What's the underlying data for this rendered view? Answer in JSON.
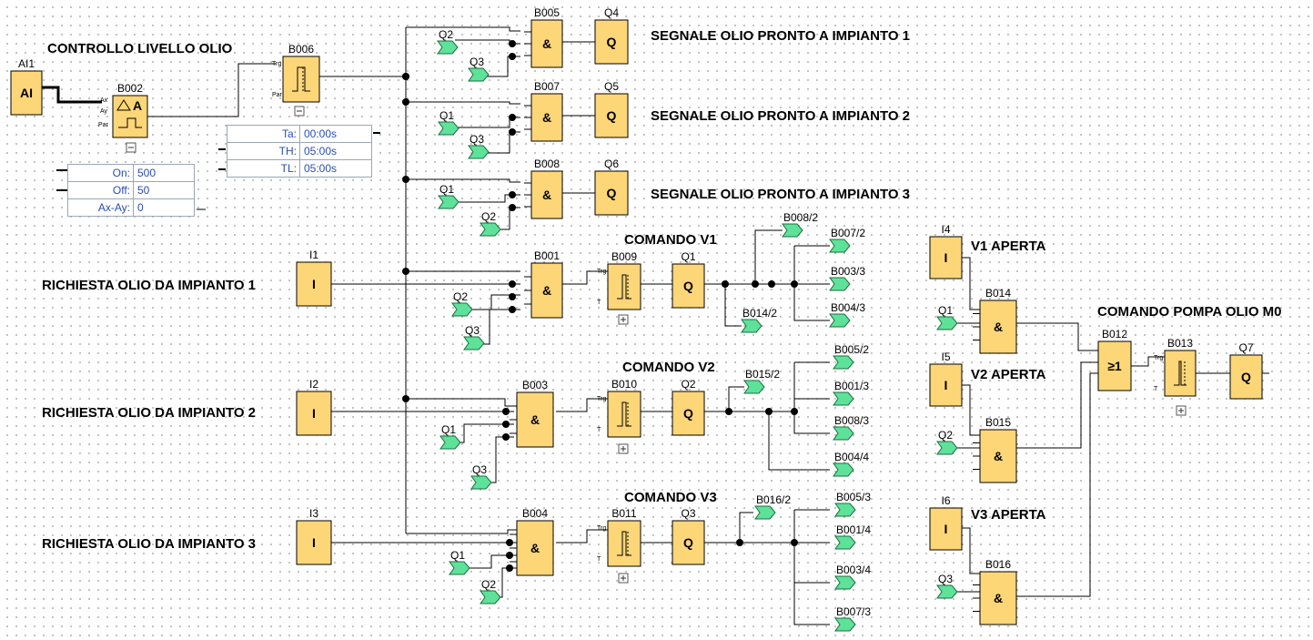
{
  "titles": {
    "oil_level": "CONTROLLO LIVELLO OLIO",
    "cmd_v1": "COMANDO V1",
    "cmd_v2": "COMANDO V2",
    "cmd_v3": "COMANDO V3",
    "pump": "COMANDO POMPA OLIO M0",
    "sig1": "SEGNALE OLIO PRONTO A IMPIANTO 1",
    "sig2": "SEGNALE OLIO PRONTO A IMPIANTO 2",
    "sig3": "SEGNALE OLIO PRONTO A IMPIANTO 3",
    "req1": "RICHIESTA OLIO DA IMPIANTO 1",
    "req2": "RICHIESTA OLIO DA IMPIANTO 2",
    "req3": "RICHIESTA OLIO DA IMPIANTO 3",
    "v1_open": "V1 APERTA",
    "v2_open": "V2 APERTA",
    "v3_open": "V3 APERTA"
  },
  "blocks": {
    "ai1": {
      "name": "AI1",
      "symbol": "AI"
    },
    "b002": {
      "name": "B002",
      "symbol": "A",
      "pins": [
        "Ax",
        "Ay",
        "Par"
      ]
    },
    "b006": {
      "name": "B006",
      "pins": [
        "Trg",
        "Par"
      ]
    },
    "b005": {
      "name": "B005",
      "symbol": "&"
    },
    "b007": {
      "name": "B007",
      "symbol": "&"
    },
    "b008": {
      "name": "B008",
      "symbol": "&"
    },
    "b001": {
      "name": "B001",
      "symbol": "&"
    },
    "b003": {
      "name": "B003",
      "symbol": "&"
    },
    "b004": {
      "name": "B004",
      "symbol": "&"
    },
    "b009": {
      "name": "B009",
      "pins": [
        "Trg",
        "T"
      ]
    },
    "b010": {
      "name": "B010",
      "pins": [
        "Trg",
        "T"
      ]
    },
    "b011": {
      "name": "B011",
      "pins": [
        "Trg",
        "T"
      ]
    },
    "b012": {
      "name": "B012",
      "symbol": "≥1"
    },
    "b013": {
      "name": "B013",
      "pins": [
        "Trg",
        "T"
      ]
    },
    "b014": {
      "name": "B014",
      "symbol": "&"
    },
    "b015": {
      "name": "B015",
      "symbol": "&"
    },
    "b016": {
      "name": "B016",
      "symbol": "&"
    },
    "q4": {
      "name": "Q4",
      "symbol": "Q"
    },
    "q5": {
      "name": "Q5",
      "symbol": "Q"
    },
    "q6": {
      "name": "Q6",
      "symbol": "Q"
    },
    "q1": {
      "name": "Q1",
      "symbol": "Q"
    },
    "q2": {
      "name": "Q2",
      "symbol": "Q"
    },
    "q3": {
      "name": "Q3",
      "symbol": "Q"
    },
    "q7": {
      "name": "Q7",
      "symbol": "Q"
    },
    "i1": {
      "name": "I1",
      "symbol": "I"
    },
    "i2": {
      "name": "I2",
      "symbol": "I"
    },
    "i3": {
      "name": "I3",
      "symbol": "I"
    },
    "i4": {
      "name": "I4",
      "symbol": "I"
    },
    "i5": {
      "name": "I5",
      "symbol": "I"
    },
    "i6": {
      "name": "I6",
      "symbol": "I"
    }
  },
  "flags": {
    "in_q1": "Q1",
    "in_q2": "Q2",
    "in_q3": "Q3",
    "b008_2": "B008/2",
    "b007_2": "B007/2",
    "b003_3": "B003/3",
    "b004_3": "B004/3",
    "b014_2": "B014/2",
    "b015_2": "B015/2",
    "b005_2": "B005/2",
    "b001_3": "B001/3",
    "b008_3": "B008/3",
    "b004_4": "B004/4",
    "b016_2": "B016/2",
    "b005_3": "B005/3",
    "b001_4": "B001/4",
    "b003_4": "B003/4",
    "b007_3": "B007/3"
  },
  "param_b006": [
    {
      "key": "Ta:",
      "value": "00:00s"
    },
    {
      "key": "TH:",
      "value": "05:00s"
    },
    {
      "key": "TL:",
      "value": "05:00s"
    }
  ],
  "param_b002": [
    {
      "key": "On:",
      "value": "500"
    },
    {
      "key": "Off:",
      "value": "50"
    },
    {
      "key": "Ax-Ay:",
      "value": "0"
    }
  ],
  "colors": {
    "block_fill": "#fdd678",
    "block_stroke": "#000000",
    "flag_fill": "#5ee29a",
    "flag_stroke": "#1c6e3c",
    "param_text": "#2a4db5"
  }
}
